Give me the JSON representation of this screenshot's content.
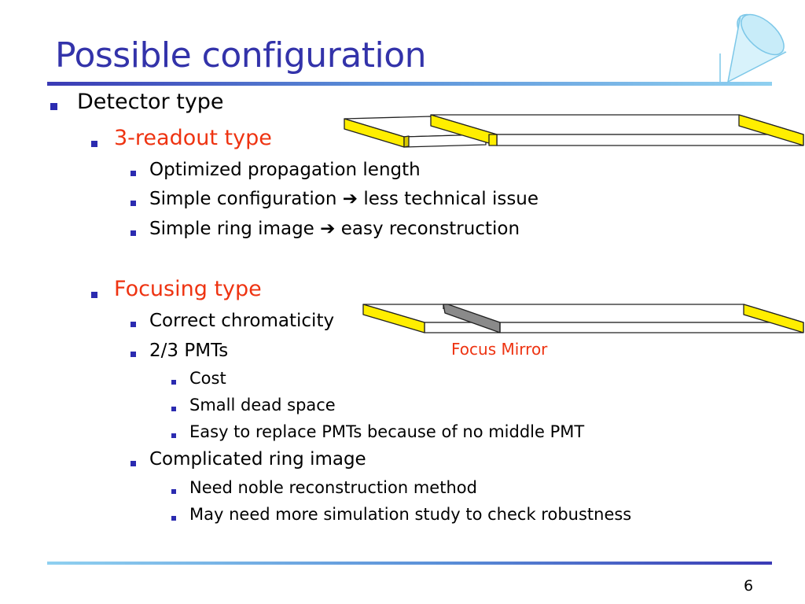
{
  "slide": {
    "title": "Possible configuration",
    "page_number": "6"
  },
  "outline": {
    "detector_type": "Detector type",
    "readout": {
      "label": "3-readout type",
      "items": [
        "Optimized propagation length",
        {
          "before": "Simple configuration",
          "after": "less technical issue"
        },
        {
          "before": "Simple ring image",
          "after": "easy reconstruction"
        }
      ]
    },
    "focusing": {
      "label": "Focusing type",
      "chromaticity": "Correct chromaticity",
      "pmts": "2/3 PMTs",
      "pmt_items": [
        "Cost",
        "Small dead space",
        "Easy to replace PMTs because of no middle PMT"
      ],
      "complicated": "Complicated ring image",
      "complicated_items": [
        "Need noble reconstruction method",
        "May need more simulation study to check robustness"
      ]
    }
  },
  "diagram": {
    "focus_mirror_label": "Focus Mirror"
  },
  "colors": {
    "title": "#3333aa",
    "bullet": "#2b2bb0",
    "highlight": "#ee3311",
    "pmt_yellow": "#ffee00"
  },
  "icons": {
    "arrow": "right-arrow-icon",
    "logo": "cone-logo-icon"
  }
}
